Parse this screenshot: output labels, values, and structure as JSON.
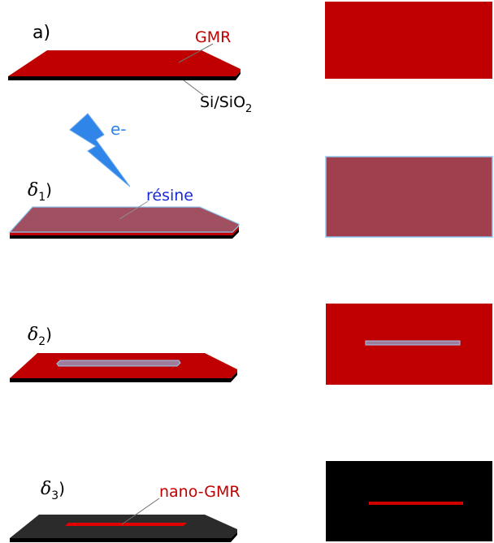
{
  "colors": {
    "gmr_red": "#c00000",
    "substrate_black": "#000000",
    "resist_mauve": "#a04050",
    "resist_outline": "#8ec8f0",
    "electron_blue": "#2f86e8",
    "resist_label_blue": "#1a2ad6",
    "gmr_label_red": "#c00000",
    "etched_dark": "#2b2b2b"
  },
  "step_a": {
    "label": "a)",
    "gmr_label": "GMR",
    "substrate_label": "Si/SiO",
    "substrate_sub": "2"
  },
  "electron": {
    "label": "e-",
    "icon": "lightning-bolt-icon"
  },
  "step_d1": {
    "delta": "δ",
    "sub": "1",
    "close": ")",
    "resist_label": "résine"
  },
  "step_d2": {
    "delta": "δ",
    "sub": "2",
    "close": ")"
  },
  "step_d3": {
    "delta": "δ",
    "sub": "3",
    "close": ")",
    "nano_label": "nano-GMR"
  }
}
